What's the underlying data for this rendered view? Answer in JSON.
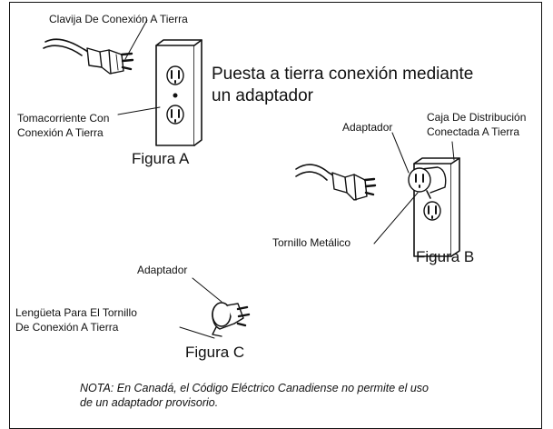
{
  "labels": {
    "grounded_plug": "Clavija De Conexión A Tierra",
    "grounded_outlet": [
      "Tomacorriente Con",
      "Conexión A Tierra"
    ],
    "adapter_b": "Adaptador",
    "grounded_box": [
      "Caja De Distribución",
      "Conectada A Tierra"
    ],
    "metal_screw": "Tornillo Metálico",
    "adapter_c": "Adaptador",
    "grounding_tab": [
      "Lengüeta Para El Tornillo",
      "De Conexión A Tierra"
    ]
  },
  "heading": [
    "Puesta a tierra conexión mediante",
    "un adaptador"
  ],
  "figures": {
    "a": "Figura A",
    "b": "Figura B",
    "c": "Figura C"
  },
  "note": [
    "NOTA: En Canadá, el Código Eléctrico Canadiense no permite el uso",
    "de un adaptador provisorio."
  ],
  "colors": {
    "line": "#111111",
    "background": "#ffffff"
  }
}
